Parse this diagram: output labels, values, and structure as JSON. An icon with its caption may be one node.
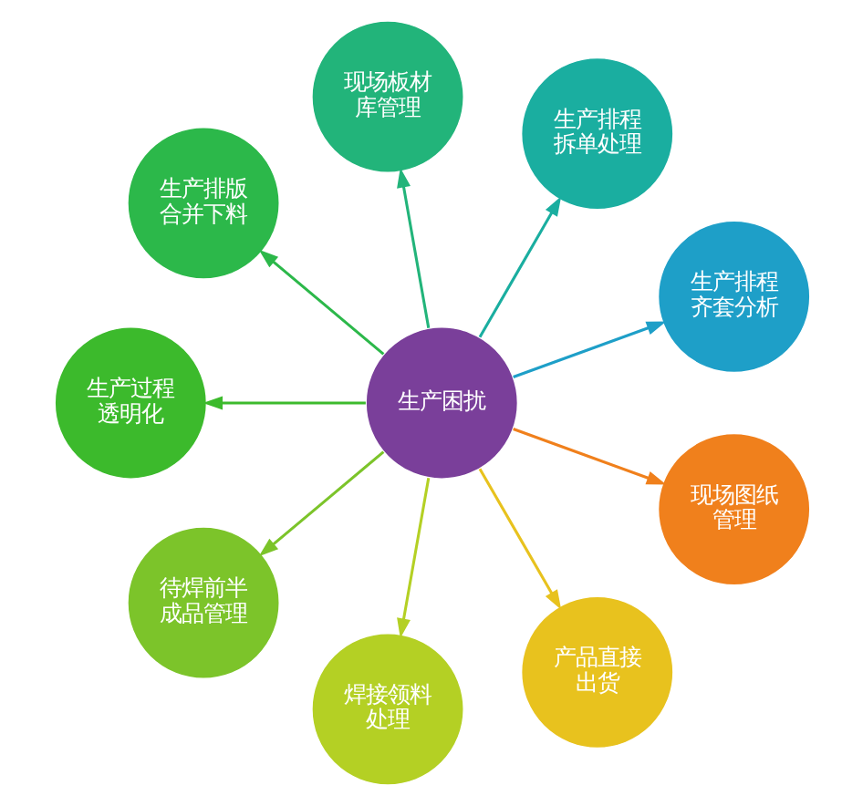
{
  "diagram": {
    "nodes": [
      {
        "text": [
          "生产困扰"
        ]
      },
      {
        "text": [
          "生产排程齐套分析"
        ]
      },
      {
        "text": [
          "生产排程拆单处理"
        ]
      },
      {
        "text": [
          "现场板材库管理"
        ]
      },
      {
        "text": [
          "生产排版合并下料"
        ]
      },
      {
        "text": [
          "生产过程透明化"
        ]
      },
      {
        "text": [
          "待焊前半成品管理"
        ]
      },
      {
        "text": [
          "焊接领料处理"
        ]
      },
      {
        "text": [
          "产品直接出货"
        ]
      },
      {
        "text": [
          "现场图纸管理"
        ]
      }
    ],
    "edges": [
      {
        "from": 0,
        "to": 1,
        "arrow": "to",
        "color": "#1e9fc8"
      },
      {
        "from": 0,
        "to": 2,
        "arrow": "to",
        "color": "#1aaea0"
      },
      {
        "from": 0,
        "to": 3,
        "arrow": "to",
        "color": "#22b47a"
      },
      {
        "from": 0,
        "to": 4,
        "arrow": "to",
        "color": "#2cb84a"
      },
      {
        "from": 0,
        "to": 5,
        "arrow": "to",
        "color": "#3cba2c"
      },
      {
        "from": 0,
        "to": 6,
        "arrow": "to",
        "color": "#7cc42a"
      },
      {
        "from": 0,
        "to": 7,
        "arrow": "to",
        "color": "#b4d024"
      },
      {
        "from": 0,
        "to": 8,
        "arrow": "to",
        "color": "#e8c21e"
      },
      {
        "from": 0,
        "to": 9,
        "arrow": "to",
        "color": "#f0801c"
      }
    ]
  }
}
